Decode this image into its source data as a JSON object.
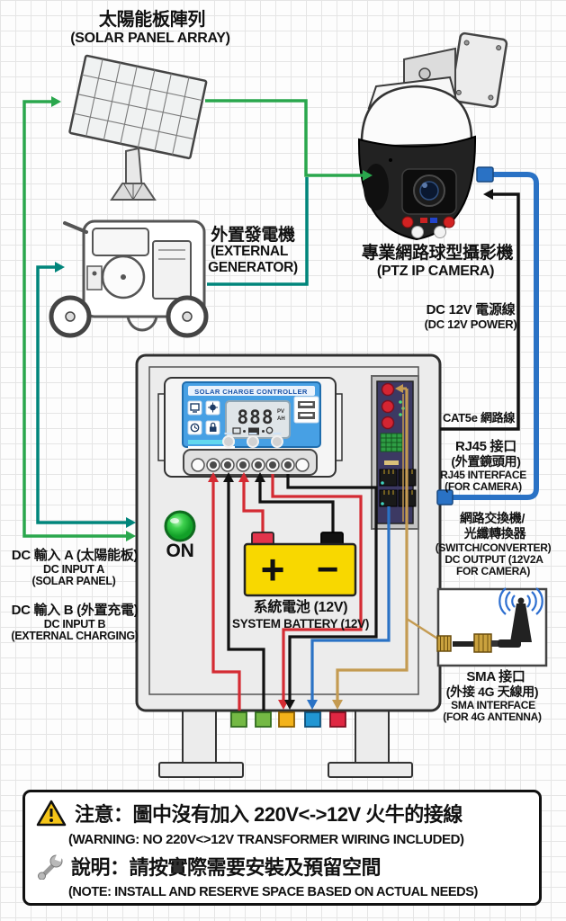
{
  "labels": {
    "solar": {
      "zh": "太陽能板陣列",
      "en": "(SOLAR PANEL ARRAY)"
    },
    "generator": {
      "zh": "外置發電機",
      "en1": "(EXTERNAL",
      "en2": "GENERATOR)"
    },
    "camera": {
      "zh": "專業網路球型攝影機",
      "en": "(PTZ IP CAMERA)"
    },
    "dc_power": {
      "zh": "DC 12V 電源線",
      "en": "(DC 12V POWER)"
    },
    "cat5e": {
      "zh": "CAT5e 網路線"
    },
    "rj45": {
      "zh1": "RJ45 接口",
      "zh2": "(外置鏡頭用)",
      "en1": "RJ45 INTERFACE",
      "en2": "(FOR CAMERA)"
    },
    "switchbox": {
      "zh1": "網路交換機/",
      "zh2": "光纖轉換器",
      "en1": "(SWITCH/CONVERTER)",
      "en2": "DC OUTPUT (12V2A",
      "en3": "FOR CAMERA)"
    },
    "sma": {
      "zh1": "SMA 接口",
      "zh2": "(外接 4G 天線用)",
      "en1": "SMA INTERFACE",
      "en2": "(FOR 4G ANTENNA)"
    },
    "input_a": {
      "zh": "DC 輸入 A (太陽能板)",
      "en1": "DC INPUT A",
      "en2": "(SOLAR PANEL)"
    },
    "input_b": {
      "zh": "DC 輸入 B (外置充電)",
      "en1": "DC INPUT B",
      "en2": "(EXTERNAL CHARGING)"
    },
    "battery": {
      "zh": "系統電池 (12V)",
      "en": "SYSTEM BATTERY (12V)",
      "plus": "+",
      "minus": "−"
    },
    "on": "ON",
    "controller": {
      "title": "SOLAR CHARGE CONTROLLER",
      "lcd": "888",
      "unit1": "PV",
      "unit2": "AH"
    }
  },
  "warning": {
    "warning_zh": "注意：圖中沒有加入 220V<->12V 火牛的接線",
    "warning_en": "(WARNING: NO 220V<>12V TRANSFORMER WIRING INCLUDED)",
    "note_zh": "說明：請按實際需要安裝及預留空間",
    "note_en": "(NOTE: INSTALL AND RESERVE SPACE BASED ON ACTUAL NEEDS)"
  },
  "colors": {
    "solar_wire": "#2aa74d",
    "generator_wire": "#00857b",
    "network_cable": "#2a72c5",
    "positive_wire": "#d42b33",
    "negative_wire": "#111111",
    "antenna_wire": "#c49b52",
    "battery_body": "#f8d800",
    "controller_face": "#47a0e4"
  }
}
